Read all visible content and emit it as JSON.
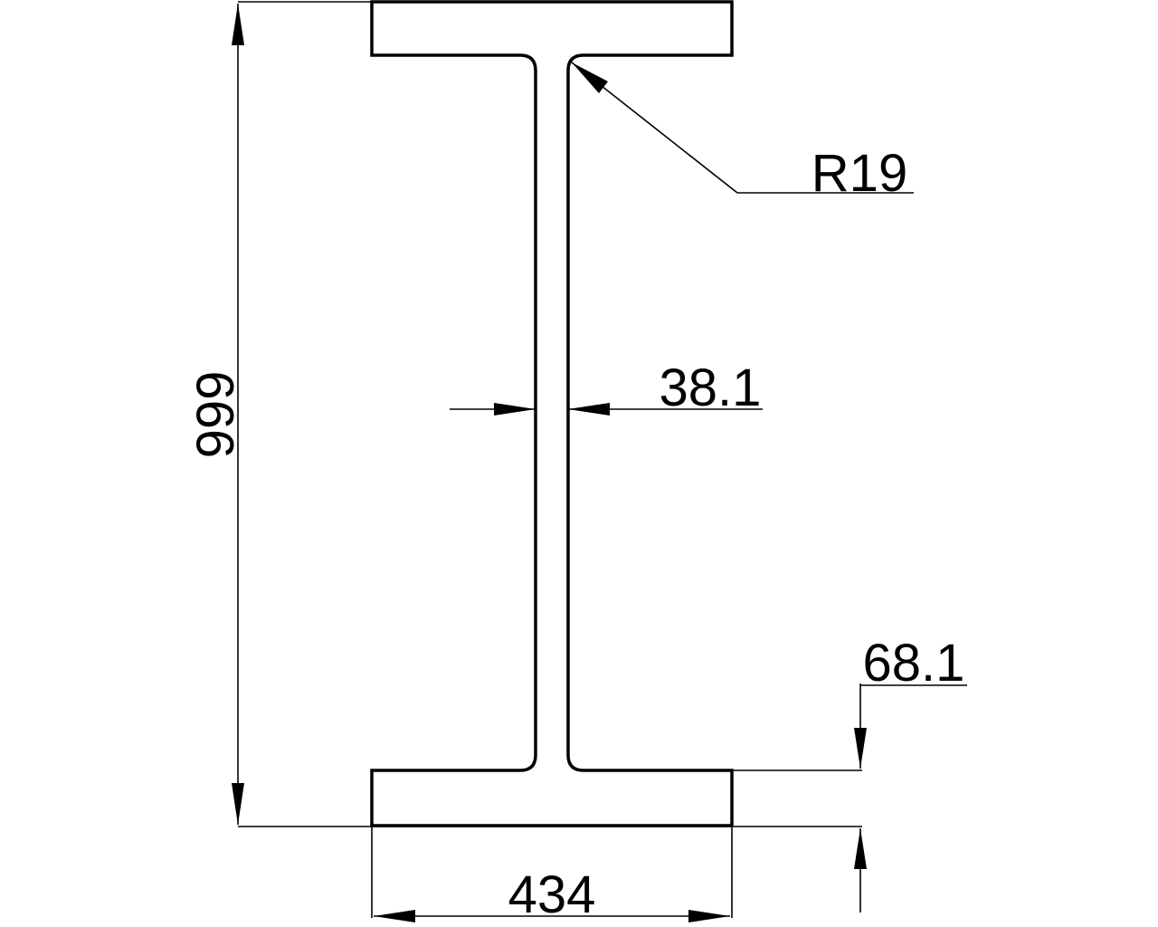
{
  "drawing": {
    "dimensions": {
      "height": "999",
      "flange_width": "434",
      "web_thickness": "38.1",
      "flange_thickness": "68.1",
      "fillet_radius": "R19"
    },
    "line_color": "#000000",
    "background": "#ffffff"
  }
}
